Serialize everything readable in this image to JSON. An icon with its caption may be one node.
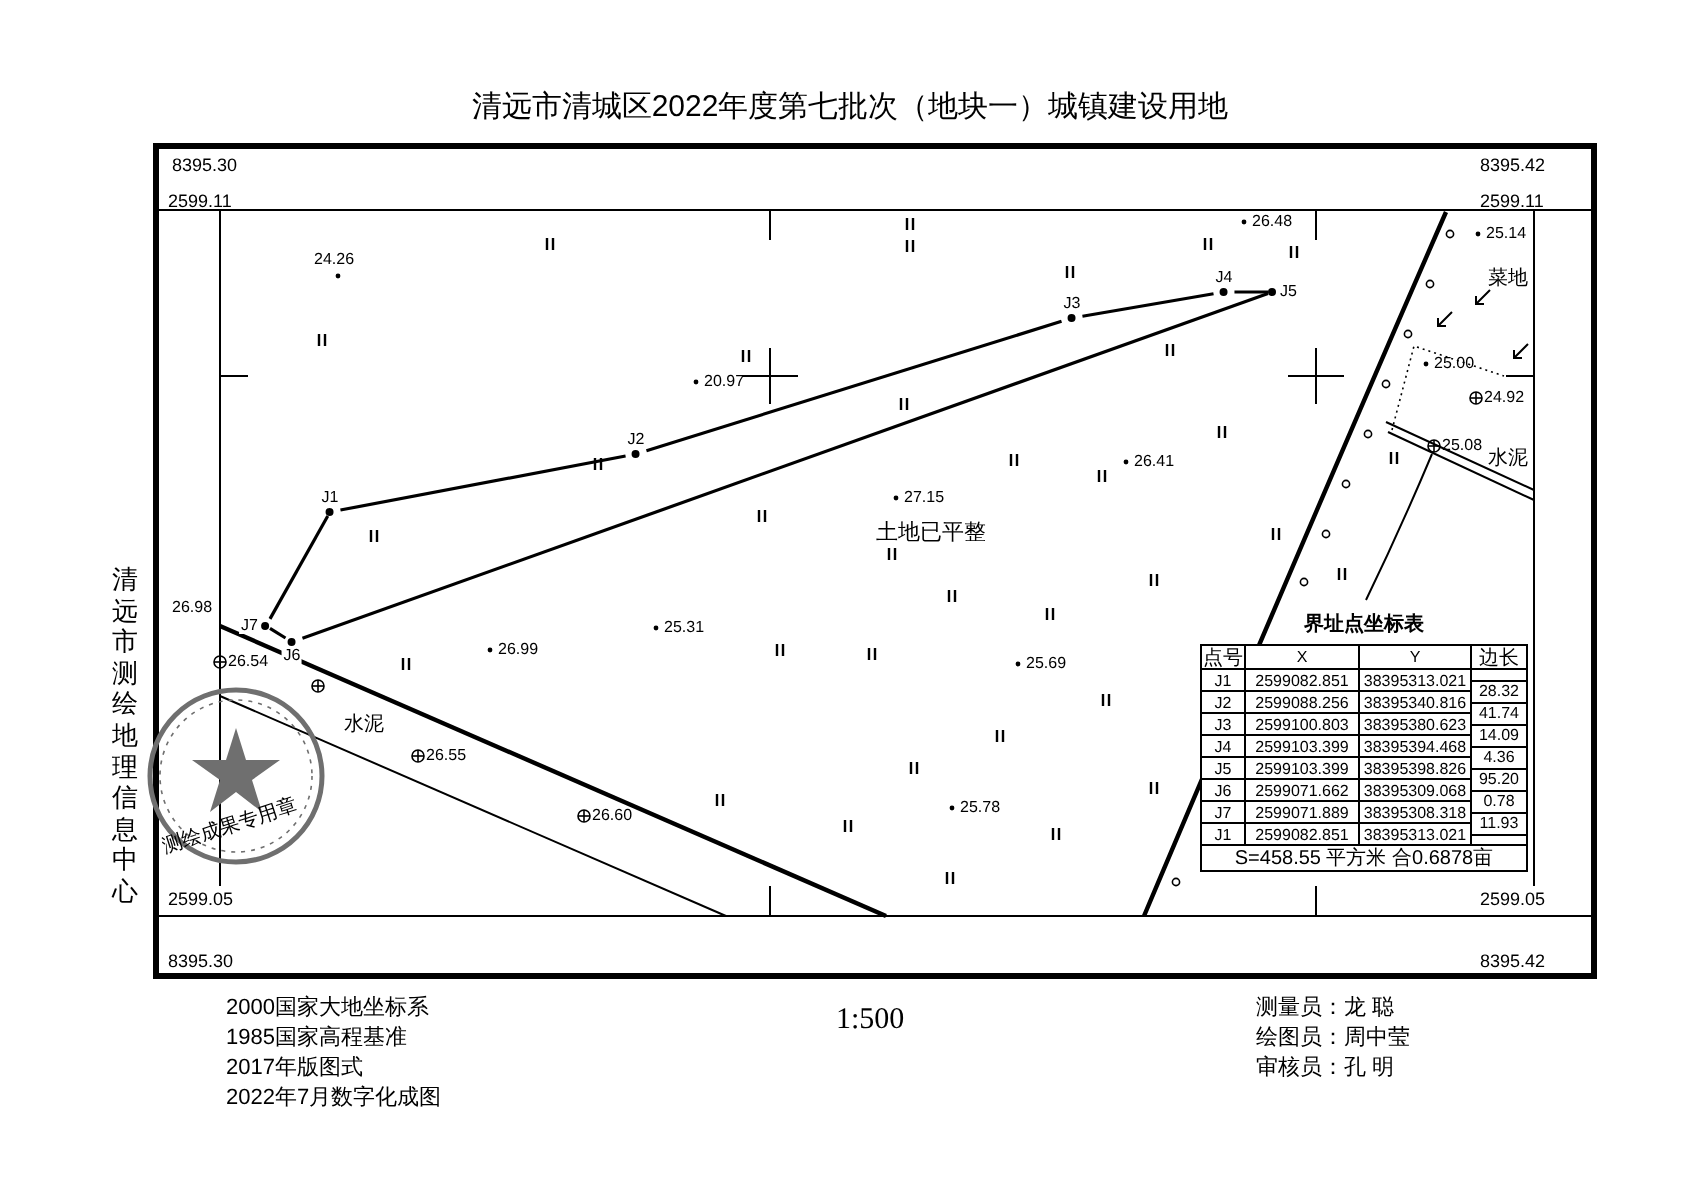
{
  "diagram": {
    "title": "清远市清城区2022年度第七批次（地块一）城镇建设用地",
    "nodes": [
      {
        "text": [
          "J1"
        ]
      },
      {
        "text": [
          "J2"
        ]
      },
      {
        "text": [
          "J3"
        ]
      },
      {
        "text": [
          "J4"
        ]
      },
      {
        "text": [
          "J5"
        ]
      },
      {
        "text": [
          "J6"
        ]
      },
      {
        "text": [
          "J7"
        ]
      }
    ],
    "edges": [
      {
        "from": 0,
        "to": 1,
        "arrow": "none"
      },
      {
        "from": 1,
        "to": 2,
        "arrow": "none"
      },
      {
        "from": 2,
        "to": 3,
        "arrow": "none"
      },
      {
        "from": 3,
        "to": 4,
        "arrow": "none"
      },
      {
        "from": 4,
        "to": 5,
        "arrow": "none"
      },
      {
        "from": 5,
        "to": 6,
        "arrow": "none"
      },
      {
        "from": 6,
        "to": 0,
        "arrow": "none"
      }
    ],
    "labels": [
      "8395.30",
      "8395.42",
      "2599.11",
      "2599.11",
      "26.48",
      "25.14",
      "24.26",
      "菜地",
      "25.00",
      "20.97",
      "24.92",
      "25.08",
      "水泥",
      "26.41",
      "27.15",
      "土地已平整",
      "26.98",
      "25.31",
      "26.99",
      "26.54",
      "25.69",
      "水泥",
      "26.55",
      "26.60",
      "25.78",
      "测绘成果专用章",
      "2599.05",
      "2599.05",
      "8395.30",
      "8395.42",
      "界址点坐标表",
      "点号",
      "X",
      "Y",
      "边长",
      "J1",
      "2599082.851",
      "38395313.021",
      "28.32",
      "J2",
      "2599088.256",
      "38395340.816",
      "41.74",
      "J3",
      "2599100.803",
      "38395380.623",
      "14.09",
      "J4",
      "2599103.399",
      "38395394.468",
      "4.36",
      "J5",
      "2599103.399",
      "38395398.826",
      "95.20",
      "J6",
      "2599071.662",
      "38395309.068",
      "0.78",
      "J7",
      "2599071.889",
      "38395308.318",
      "11.93",
      "J1",
      "2599082.851",
      "38395313.021",
      "S=458.55 平方米 合0.6878亩",
      "清远市测绘地理信息中心",
      "2000国家大地坐标系",
      "1985国家高程基准",
      "2017年版图式",
      "2022年7月数字化成图",
      "1:500",
      "测量员：龙 聪",
      "绘图员：周中莹",
      "审核员：孔 明"
    ]
  }
}
